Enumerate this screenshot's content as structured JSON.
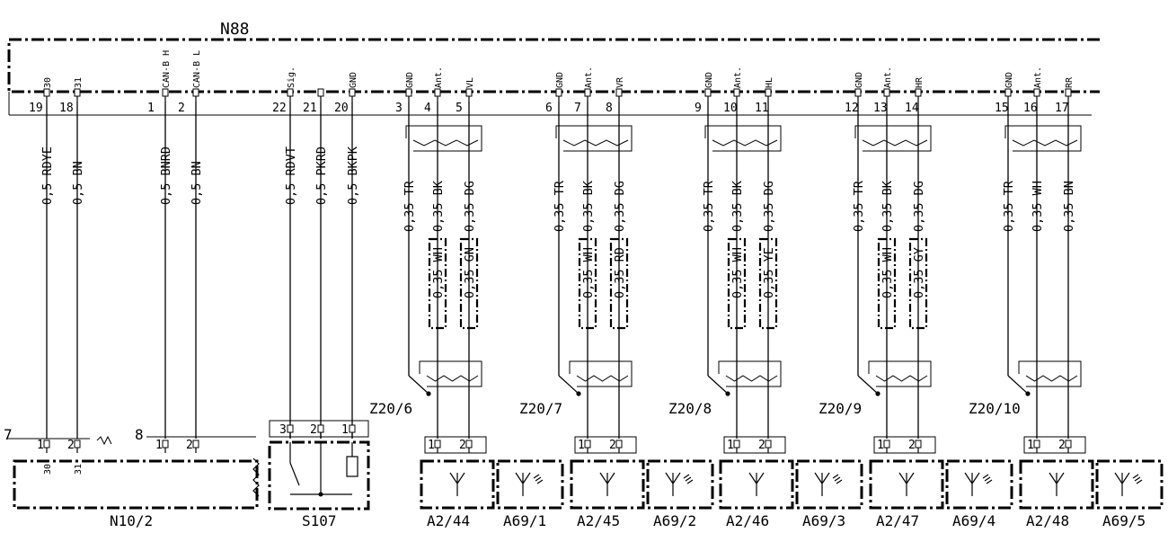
{
  "module": {
    "label": "N88"
  },
  "connectors": [
    {
      "num": "19",
      "name": "30",
      "wire": "0,5 RDYE"
    },
    {
      "num": "18",
      "name": "31",
      "wire": "0,5 BN"
    },
    {
      "num": "1",
      "name": "CAN-B H",
      "wire": "0,5 BNRD"
    },
    {
      "num": "2",
      "name": "CAN-B L",
      "wire": "0,5 BN"
    },
    {
      "num": "22",
      "name": "Sig.",
      "wire": "0,5 RDVT"
    },
    {
      "num": "21",
      "name": "",
      "wire": "0,5 PKRD"
    },
    {
      "num": "20",
      "name": "GND",
      "wire": "0,5 BKPK"
    }
  ],
  "sensor_groups": [
    {
      "pins": [
        {
          "num": "3",
          "name": "GND"
        },
        {
          "num": "4",
          "name": "Ant."
        },
        {
          "num": "5",
          "name": "VL"
        }
      ],
      "wires": [
        "0,35 TR",
        "0,35 BK",
        "0,35 DG"
      ],
      "shield": [
        "0,35 WH",
        "0,35 GN"
      ],
      "ground_ref": "Z20/6",
      "unit": "A2/44",
      "aux": "A69/1"
    },
    {
      "pins": [
        {
          "num": "6",
          "name": "GND"
        },
        {
          "num": "7",
          "name": "Ant."
        },
        {
          "num": "8",
          "name": "VR"
        }
      ],
      "wires": [
        "0,35 TR",
        "0,35 BK",
        "0,35 DG"
      ],
      "shield": [
        "0,35 WH",
        "0,35 RD"
      ],
      "ground_ref": "Z20/7",
      "unit": "A2/45",
      "aux": "A69/2"
    },
    {
      "pins": [
        {
          "num": "9",
          "name": "GND"
        },
        {
          "num": "10",
          "name": "Ant."
        },
        {
          "num": "11",
          "name": "HL"
        }
      ],
      "wires": [
        "0,35 TR",
        "0,35 BK",
        "0,35 DG"
      ],
      "shield": [
        "0,35 WH",
        "0,35 YE"
      ],
      "ground_ref": "Z20/8",
      "unit": "A2/46",
      "aux": "A69/3"
    },
    {
      "pins": [
        {
          "num": "12",
          "name": "GND"
        },
        {
          "num": "13",
          "name": "Ant."
        },
        {
          "num": "14",
          "name": "HR"
        }
      ],
      "wires": [
        "0,35 TR",
        "0,35 BK",
        "0,35 DG"
      ],
      "shield": [
        "0,35 WH",
        "0,35 GY"
      ],
      "ground_ref": "Z20/9",
      "unit": "A2/47",
      "aux": "A69/4"
    },
    {
      "pins": [
        {
          "num": "15",
          "name": "GND"
        },
        {
          "num": "16",
          "name": "Ant."
        },
        {
          "num": "17",
          "name": "RR"
        }
      ],
      "wires": [
        "0,35 TR",
        "0,35 WH",
        "0,35 BN"
      ],
      "shield": null,
      "ground_ref": "Z20/10",
      "unit": "A2/48",
      "aux": "A69/5"
    }
  ],
  "bottom_components": {
    "n10": {
      "label": "N10/2",
      "connector_a": "7",
      "connector_b": "8",
      "pins": [
        "1",
        "2",
        "1",
        "2"
      ],
      "inner": [
        "30",
        "31"
      ]
    },
    "s107": {
      "label": "S107",
      "pins": [
        "3",
        "2",
        "1"
      ]
    },
    "unit_pins": [
      "1",
      "2"
    ]
  },
  "colors": {
    "line": "#000000",
    "background": "#ffffff"
  }
}
